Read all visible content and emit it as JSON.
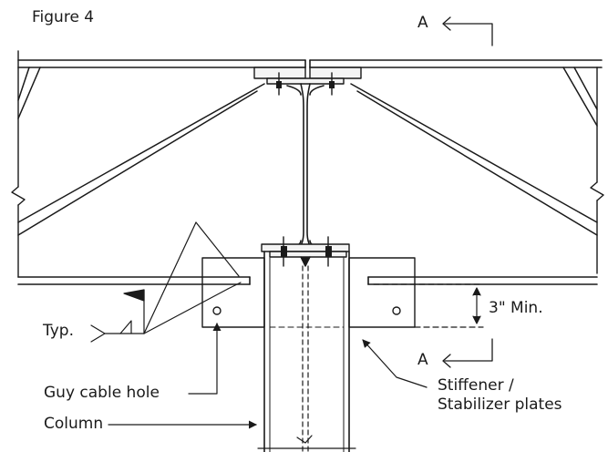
{
  "figure_title": "Figure 4",
  "section_marker_top": "A",
  "section_marker_bottom": "A",
  "dimension_label": "3\" Min.",
  "labels": {
    "typ": "Typ.",
    "guy_cable_hole": "Guy cable hole",
    "column": "Column",
    "stiffener_line1": "Stiffener /",
    "stiffener_line2": "Stabilizer plates"
  },
  "colors": {
    "ink": "#1a1a1a",
    "steel_fill": "#f4f4f4",
    "weld_fill": "#1a1a1a",
    "background": "#ffffff"
  },
  "icons": [
    "section-arrow-icon",
    "weld-flag-icon",
    "break-line-icon",
    "leader-arrow-icon"
  ]
}
